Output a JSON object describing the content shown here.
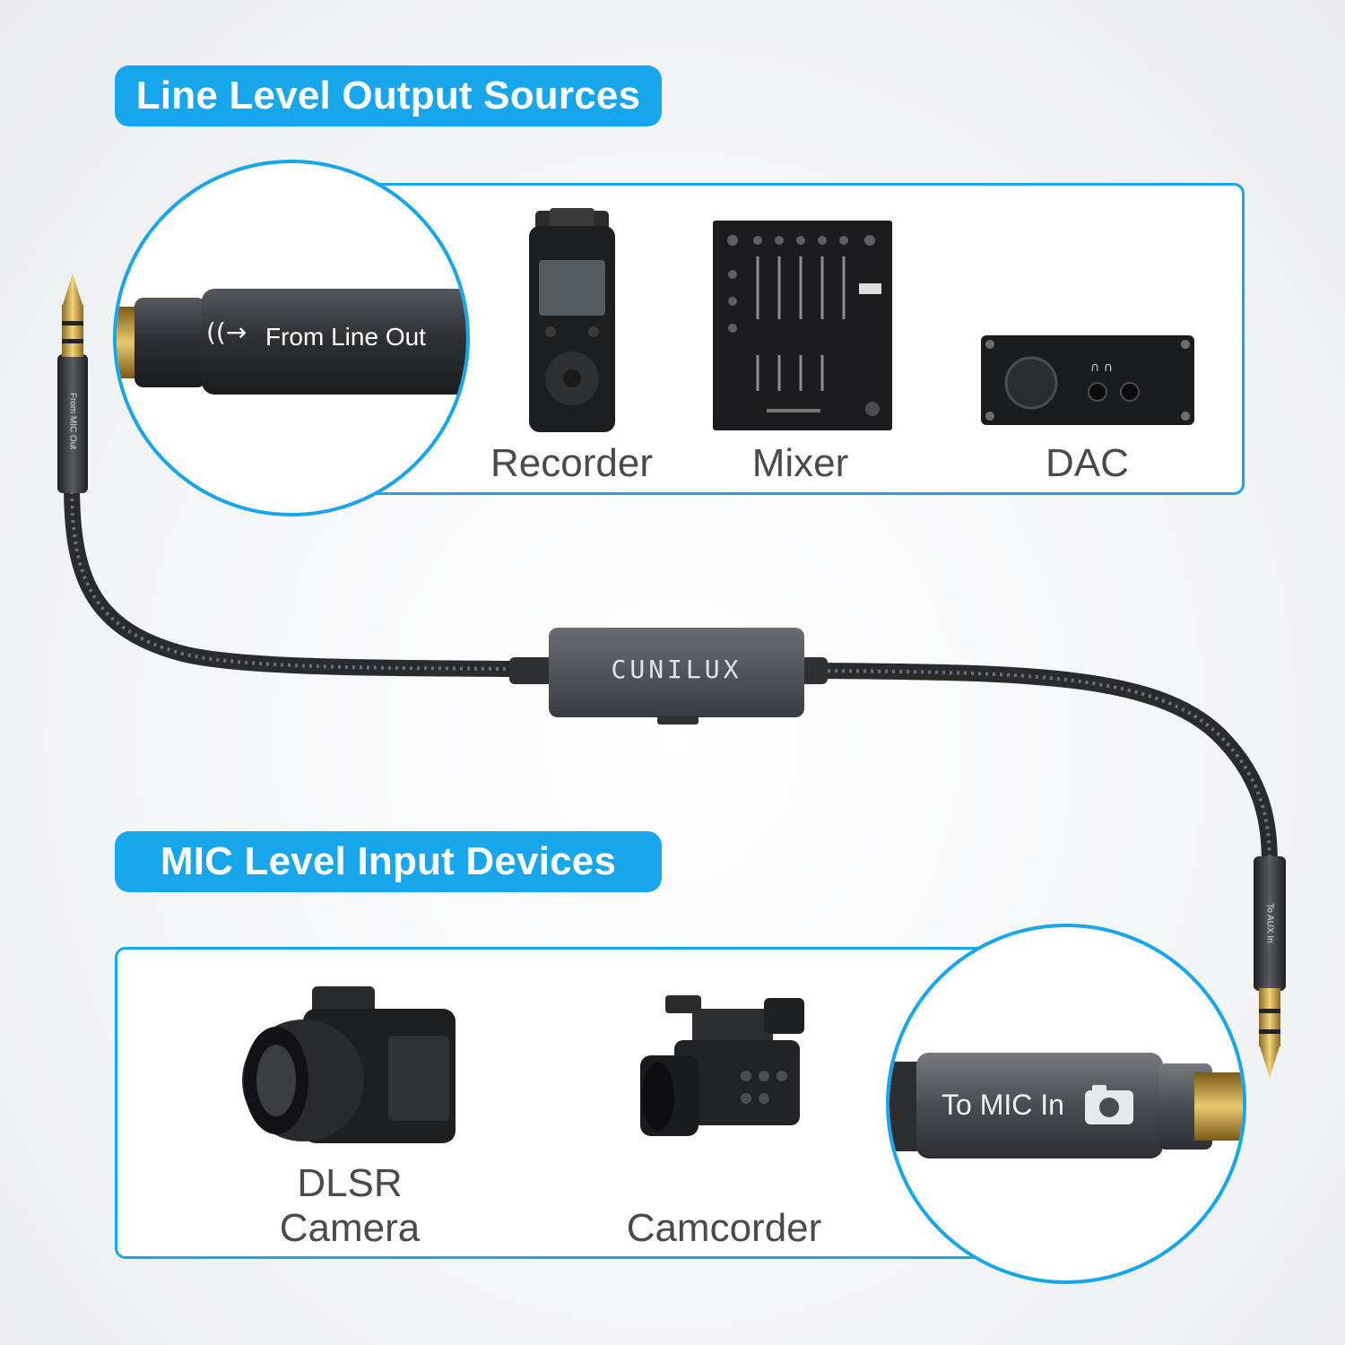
{
  "top_section": {
    "title": "Line Level Output Sources",
    "devices": [
      {
        "label": "Recorder",
        "icon": "voice-recorder-icon"
      },
      {
        "label": "Mixer",
        "icon": "audio-mixer-icon"
      },
      {
        "label": "DAC",
        "icon": "dac-amplifier-icon"
      }
    ],
    "adapter_text": "From Line Out"
  },
  "bottom_section": {
    "title": "MIC Level Input Devices",
    "devices": [
      {
        "label_line1": "DLSR",
        "label_line2": "Camera",
        "icon": "dslr-camera-icon"
      },
      {
        "label": "Camcorder",
        "icon": "camcorder-icon"
      }
    ],
    "adapter_text": "To MIC In"
  },
  "cable": {
    "brand": "CUNILUX",
    "left_plug_text": "From MIC Out",
    "right_plug_text": "To AUX In"
  },
  "colors": {
    "accent": "#17a6ec",
    "label_text": "#4a4a4a",
    "cable_dark": "#2b2d31",
    "gold": "#c9a24a"
  }
}
